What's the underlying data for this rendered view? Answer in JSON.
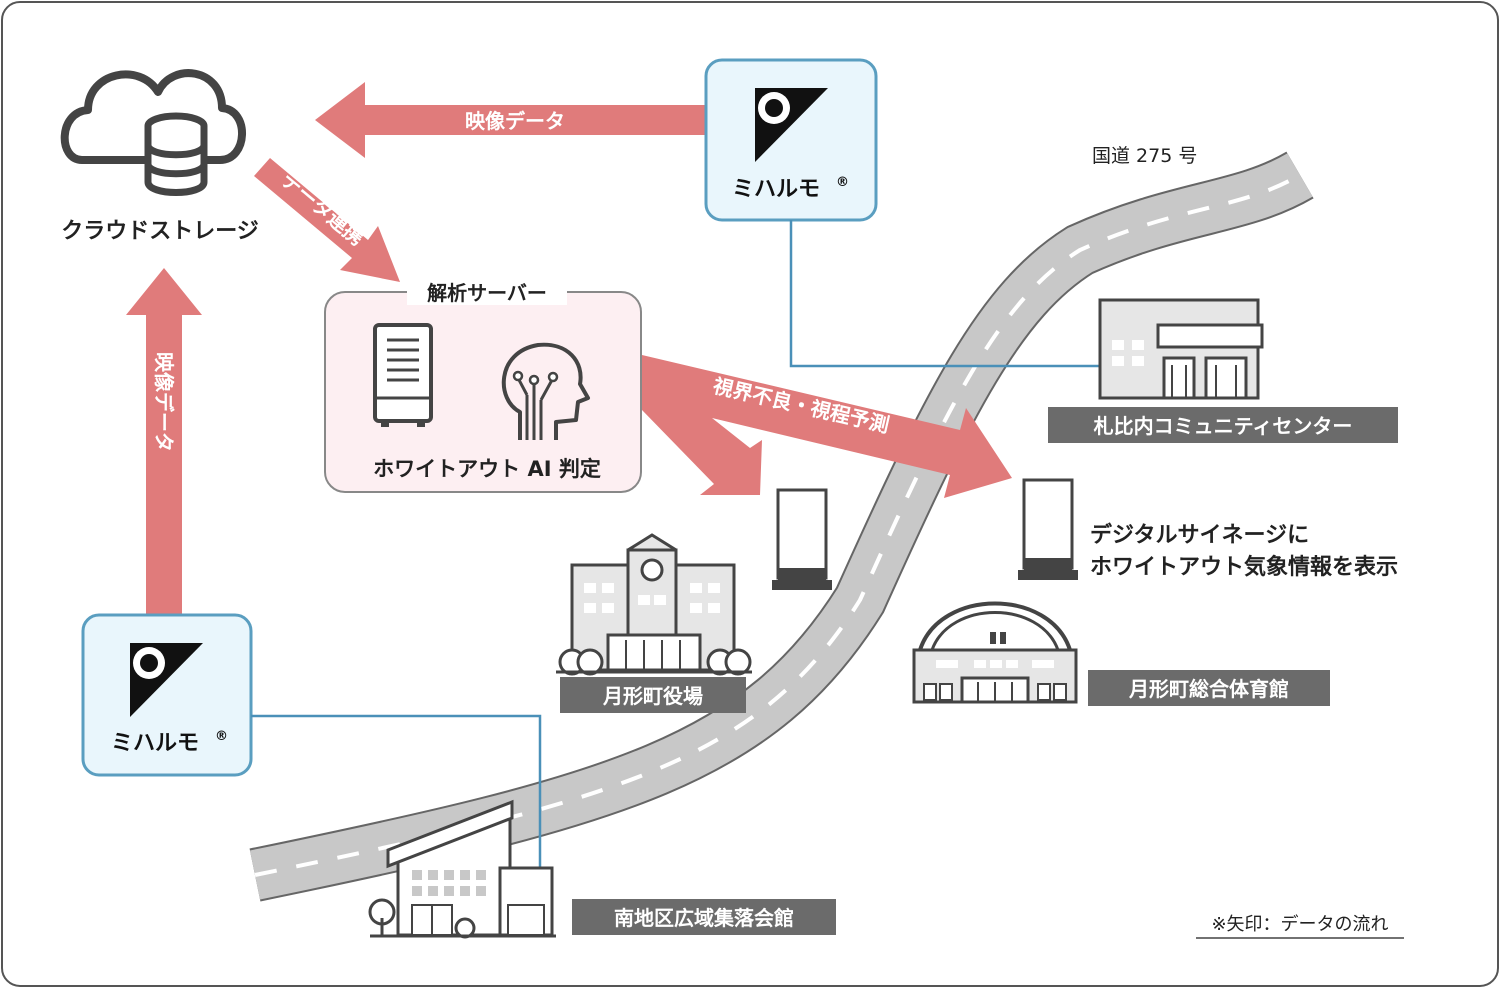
{
  "colors": {
    "arrow": "#e07b7b",
    "camera_box_border": "#5a9ec0",
    "camera_box_fill": "#e9f6fc",
    "server_box_border": "#888888",
    "server_box_fill": "#fdeff2",
    "road": "#c8c8c8",
    "building_label_bg": "#6b6b6b",
    "connector_line": "#4a90b8"
  },
  "cloud": {
    "label": "クラウドストレージ",
    "icon": "cloud-database-icon"
  },
  "server": {
    "title": "解析サーバー",
    "caption": "ホワイトアウト AI 判定",
    "icons": [
      "server-rack-icon",
      "ai-head-icon"
    ]
  },
  "cameras": [
    {
      "label": "ミハルモ",
      "registered": "®",
      "icon": "camera-eye-logo-icon"
    },
    {
      "label": "ミハルモ",
      "registered": "®",
      "icon": "camera-eye-logo-icon"
    }
  ],
  "arrows": {
    "top": "映像データ",
    "left": "映像データ",
    "cloud_to_server": "データ連携",
    "server_out": "視界不良・視程予測"
  },
  "road": {
    "label": "国道 275 号"
  },
  "buildings": {
    "sappinai": "札比内コミュニティセンター",
    "townhall": "月形町役場",
    "gym": "月形町総合体育館",
    "minami": "南地区広域集落会館"
  },
  "signage": {
    "line1": "デジタルサイネージに",
    "line2": "ホワイトアウト気象情報を表示"
  },
  "note": "※矢印：データの流れ"
}
